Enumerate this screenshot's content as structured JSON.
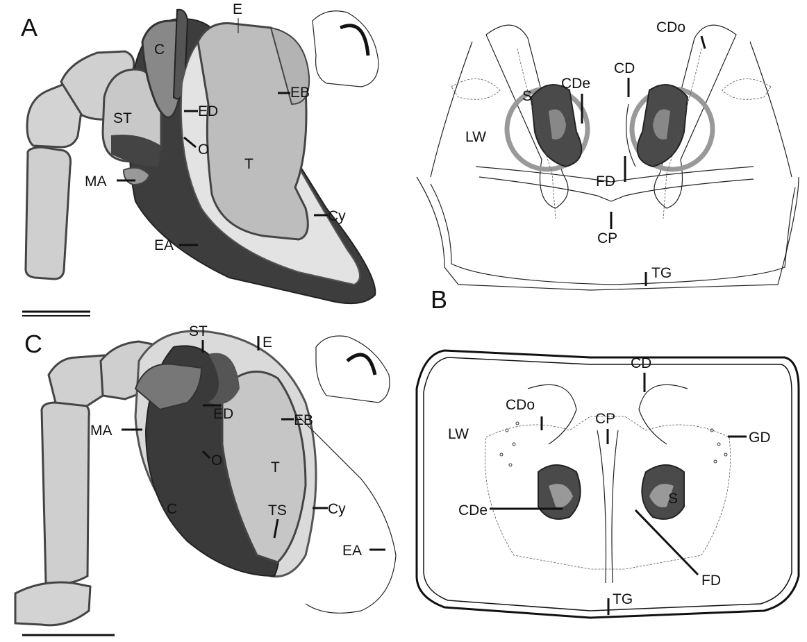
{
  "panels": {
    "A": {
      "letter": "A",
      "labels": {
        "e": "E",
        "eb": "EB",
        "st": "ST",
        "ed": "ED",
        "c": "C",
        "o": "O",
        "t": "T",
        "ma": "MA",
        "cy": "Cy",
        "ea": "EA"
      }
    },
    "B": {
      "letter": "B",
      "labels": {
        "cdo": "CDo",
        "cd": "CD",
        "cde": "CDe",
        "s": "S",
        "lw": "LW",
        "fd": "FD",
        "cp": "CP",
        "tg": "TG"
      }
    },
    "C": {
      "letter": "C",
      "labels": {
        "st": "ST",
        "e": "E",
        "ed": "ED",
        "eb": "EB",
        "ma": "MA",
        "o": "O",
        "t": "T",
        "cy": "Cy",
        "ts": "TS",
        "ea": "EA",
        "c": "C"
      }
    },
    "D": {
      "labels": {
        "cd": "CD",
        "cdo": "CDo",
        "cp": "CP",
        "gd": "GD",
        "lw": "LW",
        "cde": "CDe",
        "s": "S",
        "fd": "FD",
        "tg": "TG"
      }
    }
  },
  "colors": {
    "dark": "#3d3d3d",
    "mid": "#777777",
    "light": "#bdbdbd",
    "pale": "#dedede",
    "line": "#111111"
  }
}
